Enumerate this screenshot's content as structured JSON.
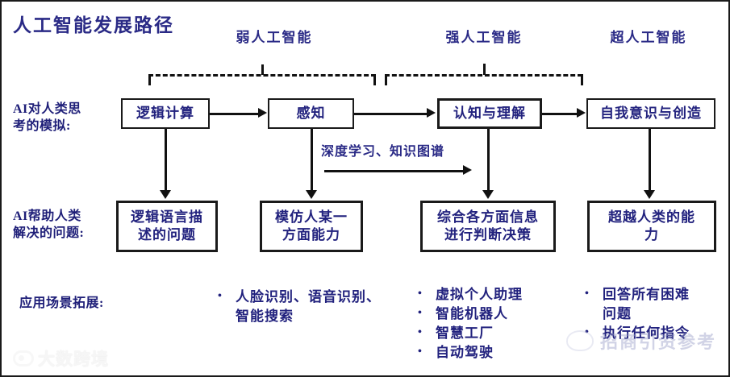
{
  "title": "人工智能发展路径",
  "phases": [
    {
      "label": "弱人工智能"
    },
    {
      "label": "强人工智能"
    },
    {
      "label": "超人工智能"
    }
  ],
  "rows": [
    {
      "label_line1": "AI对人类思",
      "label_line2": "考的模拟:",
      "boxes": [
        {
          "line1": "逻辑计算",
          "line2": ""
        },
        {
          "line1": "感知",
          "line2": ""
        },
        {
          "line1": "认知与理解",
          "line2": ""
        },
        {
          "line1": "自我意识与创造",
          "line2": ""
        }
      ]
    },
    {
      "label_line1": "AI帮助人类",
      "label_line2": "解决的问题:",
      "boxes": [
        {
          "line1": "逻辑语言描",
          "line2": "述的问题"
        },
        {
          "line1": "模仿人某一",
          "line2": "方面能力"
        },
        {
          "line1": "综合各方面信息",
          "line2": "进行判断决策"
        },
        {
          "line1": "超越人类的能",
          "line2": "力"
        }
      ]
    }
  ],
  "annotation": "深度学习、知识图谱",
  "applications": {
    "label": "应用场景拓展:",
    "columns": [
      {
        "items": [
          {
            "line1": "人脸识别、语音识别、",
            "line2": "智能搜索"
          }
        ]
      },
      {
        "items": [
          {
            "line1": "虚拟个人助理",
            "line2": ""
          },
          {
            "line1": "智能机器人",
            "line2": ""
          },
          {
            "line1": "智慧工厂",
            "line2": ""
          },
          {
            "line1": "自动驾驶",
            "line2": ""
          }
        ]
      },
      {
        "items": [
          {
            "line1": "回答所有困难",
            "line2": "问题"
          },
          {
            "line1": "执行任何指令",
            "line2": ""
          }
        ]
      }
    ],
    "bullet_glyph": "•"
  },
  "watermarks": {
    "left_text": "大数跨境",
    "right_text": "招商引资参考"
  },
  "colors": {
    "text_blue": "#22227e",
    "heading_blue": "#2a2a86",
    "line_black": "#111111",
    "background": "#ffffff"
  }
}
